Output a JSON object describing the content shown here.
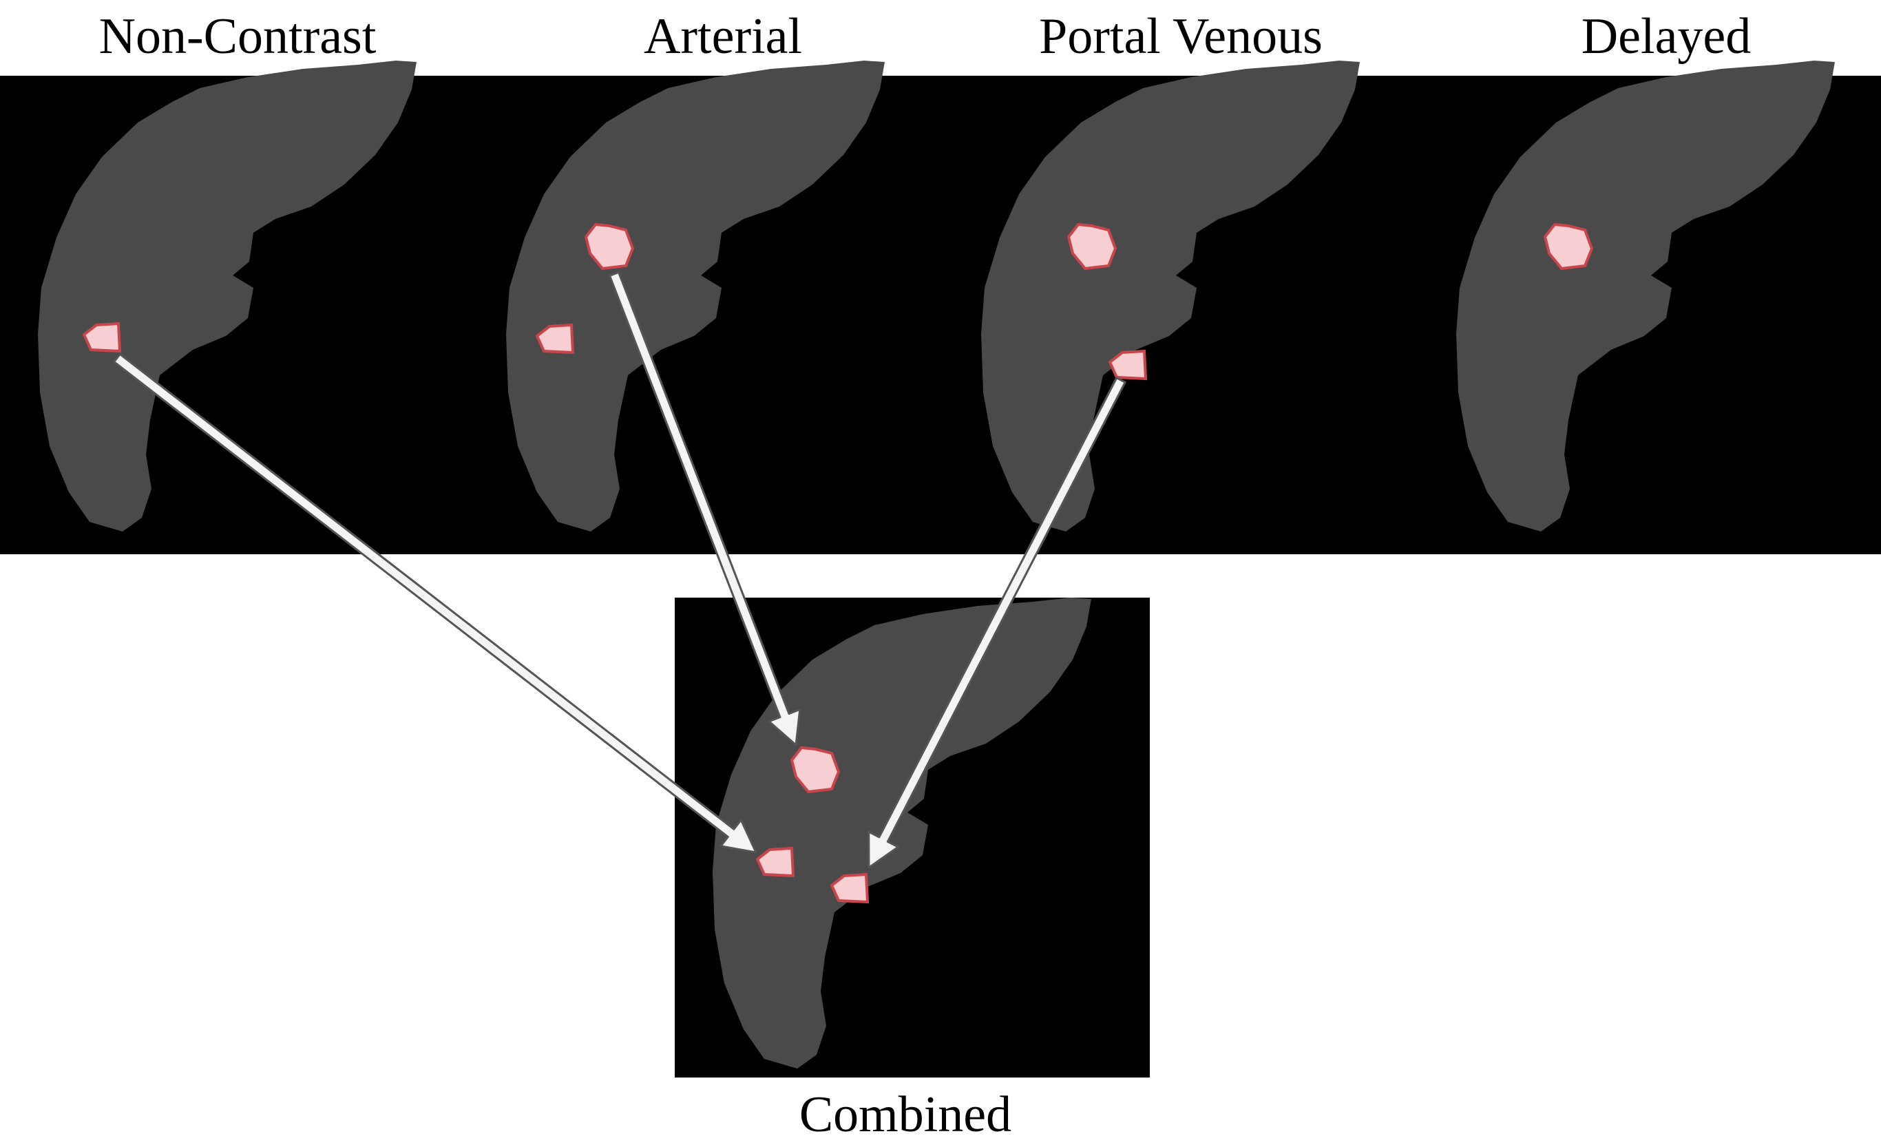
{
  "figure": {
    "phases": [
      {
        "id": "non-contrast",
        "label": "Non-Contrast"
      },
      {
        "id": "arterial",
        "label": "Arterial"
      },
      {
        "id": "portal-venous",
        "label": "Portal Venous"
      },
      {
        "id": "delayed",
        "label": "Delayed"
      }
    ],
    "combined": {
      "label": "Combined"
    }
  },
  "colors": {
    "background": "#000000",
    "liver": "#4a4a4a",
    "lesion_fill": "#f7cfd2",
    "lesion_stroke": "#c9454c",
    "arrow_fill": "#f4f4f4",
    "arrow_stroke": "#555555"
  }
}
